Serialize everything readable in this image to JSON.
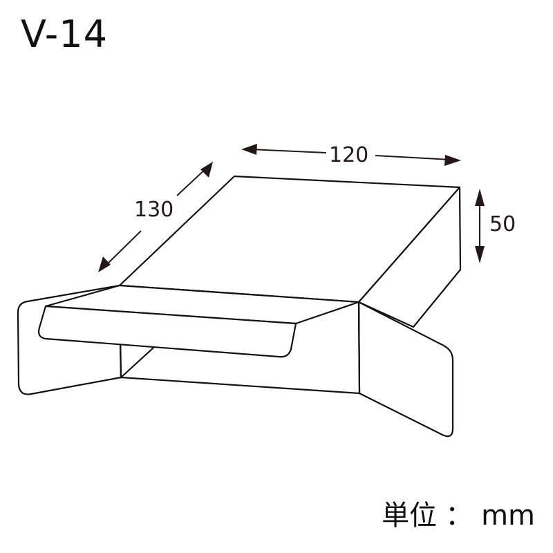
{
  "title": "V-14",
  "dimensions": {
    "width": {
      "value": "120",
      "unit": "mm",
      "label": "120"
    },
    "depth": {
      "value": "130",
      "unit": "mm",
      "label": "130"
    },
    "height": {
      "value": "50",
      "unit": "mm",
      "label": "50"
    }
  },
  "unit_note": {
    "label": "単位",
    "separator": "：",
    "unit": "mm"
  },
  "colors": {
    "line": "#111111",
    "dimension": "#231815",
    "background": "#ffffff"
  }
}
